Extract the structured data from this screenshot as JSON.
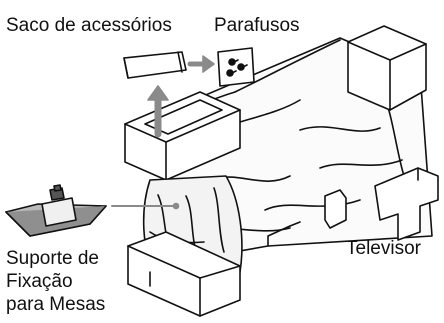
{
  "labels": {
    "accessory_bag": "Saco de acessórios",
    "screws": "Parafusos",
    "tv": "Televisor",
    "stand_line1": "Suporte de",
    "stand_line2": "Fixação",
    "stand_line3": "para Mesas"
  },
  "colors": {
    "line": "#111111",
    "arrow": "#8a8a8a",
    "fill_light": "#f4f4f4",
    "fill_grey": "#c9c9c9",
    "fill_dark": "#555555"
  }
}
